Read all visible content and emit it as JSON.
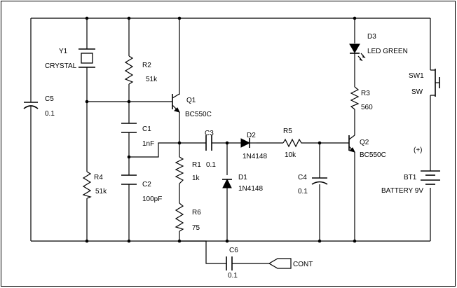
{
  "components": {
    "y1": {
      "ref": "Y1",
      "value": "CRYSTAL"
    },
    "c5": {
      "ref": "C5",
      "value": "0.1"
    },
    "r2": {
      "ref": "R2",
      "value": "51k"
    },
    "q1": {
      "ref": "Q1",
      "value": "BC550C"
    },
    "c1": {
      "ref": "C1",
      "value": "1nF"
    },
    "c2": {
      "ref": "C2",
      "value": "100pF"
    },
    "r4": {
      "ref": "R4",
      "value": "51k"
    },
    "r1": {
      "ref": "R1",
      "value": "1k"
    },
    "r6": {
      "ref": "R6",
      "value": "75"
    },
    "c3": {
      "ref": "C3",
      "value": "0.1"
    },
    "d2": {
      "ref": "D2",
      "value": "1N4148"
    },
    "r5": {
      "ref": "R5",
      "value": "10k"
    },
    "d1": {
      "ref": "D1",
      "value": "1N4148"
    },
    "c4": {
      "ref": "C4",
      "value": "0.1"
    },
    "q2": {
      "ref": "Q2",
      "value": "BC550C"
    },
    "d3": {
      "ref": "D3",
      "value": "LED GREEN"
    },
    "r3": {
      "ref": "R3",
      "value": "560"
    },
    "sw1": {
      "ref": "SW1",
      "value": "SW"
    },
    "bt1": {
      "ref": "BT1",
      "value": "BATTERY 9V",
      "polarity": "(+)"
    },
    "c6": {
      "ref": "C6",
      "value": "0.1"
    },
    "cont": {
      "label": "CONT"
    }
  }
}
